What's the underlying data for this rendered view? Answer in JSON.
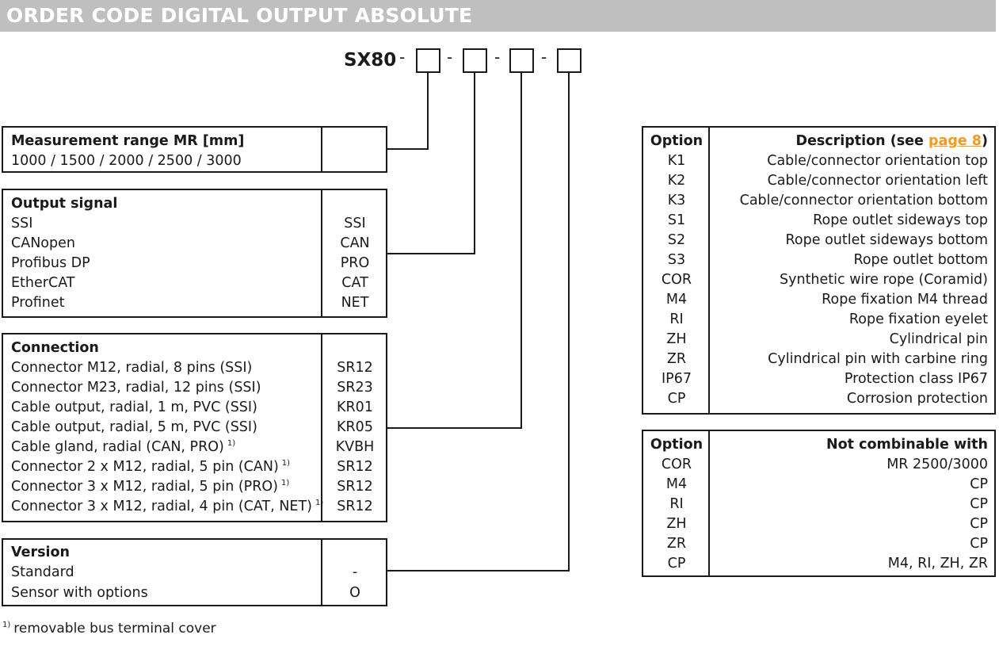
{
  "page_title": "ORDER CODE DIGITAL OUTPUT ABSOLUTE",
  "order_code": {
    "prefix": "SX80",
    "separator": "-"
  },
  "measurement_range": {
    "heading": "Measurement range MR [mm]",
    "value": "1000 / 1500 / 2000 / 2500 / 3000"
  },
  "output_signal": {
    "heading": "Output signal",
    "rows": [
      {
        "label": "SSI",
        "code": "SSI"
      },
      {
        "label": "CANopen",
        "code": "CAN"
      },
      {
        "label": "Profibus DP",
        "code": "PRO"
      },
      {
        "label": "EtherCAT",
        "code": "CAT"
      },
      {
        "label": "Profinet",
        "code": "NET"
      }
    ]
  },
  "connection": {
    "heading": "Connection",
    "footnote_mark": "1)",
    "rows": [
      {
        "label": "Connector M12, radial, 8 pins (SSI)",
        "code": "SR12"
      },
      {
        "label": "Connector M23, radial, 12 pins (SSI)",
        "code": "SR23"
      },
      {
        "label": "Cable output, radial, 1 m, PVC (SSI)",
        "code": "KR01"
      },
      {
        "label": "Cable output, radial, 5 m, PVC (SSI)",
        "code": "KR05"
      },
      {
        "label": "Cable gland, radial (CAN, PRO)",
        "code": "KVBH"
      },
      {
        "label": "Connector 2 x M12, radial, 5 pin (CAN)",
        "code": "SR12"
      },
      {
        "label": "Connector 3 x M12, radial, 5 pin (PRO)",
        "code": "SR12"
      },
      {
        "label": "Connector 3 x M12, radial, 4 pin (CAT, NET)",
        "code": "SR12"
      }
    ]
  },
  "version": {
    "heading": "Version",
    "rows": [
      {
        "label": "Standard",
        "code": "-"
      },
      {
        "label": "Sensor with options",
        "code": "O"
      }
    ]
  },
  "options_table": {
    "col1_header": "Option",
    "col2_header_prefix": "Description (see ",
    "col2_header_link": "page 8",
    "col2_header_suffix": ")",
    "link_color": "#f29a1f",
    "rows": [
      {
        "option": "K1",
        "description": "Cable/connector orientation top"
      },
      {
        "option": "K2",
        "description": "Cable/connector orientation left"
      },
      {
        "option": "K3",
        "description": "Cable/connector orientation bottom"
      },
      {
        "option": "S1",
        "description": "Rope outlet sideways top"
      },
      {
        "option": "S2",
        "description": "Rope outlet sideways bottom"
      },
      {
        "option": "S3",
        "description": "Rope outlet bottom"
      },
      {
        "option": "COR",
        "description": "Synthetic wire rope (Coramid)"
      },
      {
        "option": "M4",
        "description": "Rope fixation M4 thread"
      },
      {
        "option": "RI",
        "description": "Rope fixation eyelet"
      },
      {
        "option": "ZH",
        "description": "Cylindrical pin"
      },
      {
        "option": "ZR",
        "description": "Cylindrical pin with carbine ring"
      },
      {
        "option": "IP67",
        "description": "Protection class IP67"
      },
      {
        "option": "CP",
        "description": "Corrosion protection"
      }
    ]
  },
  "combinations_table": {
    "col1_header": "Option",
    "col2_header": "Not combinable with",
    "rows": [
      {
        "option": "COR",
        "value": "MR 2500/3000"
      },
      {
        "option": "M4",
        "value": "CP"
      },
      {
        "option": "RI",
        "value": "CP"
      },
      {
        "option": "ZH",
        "value": "CP"
      },
      {
        "option": "ZR",
        "value": "CP"
      },
      {
        "option": "CP",
        "value": "M4, RI, ZH, ZR"
      }
    ]
  },
  "footnote": {
    "mark": "1)",
    "text": "removable bus terminal cover"
  }
}
